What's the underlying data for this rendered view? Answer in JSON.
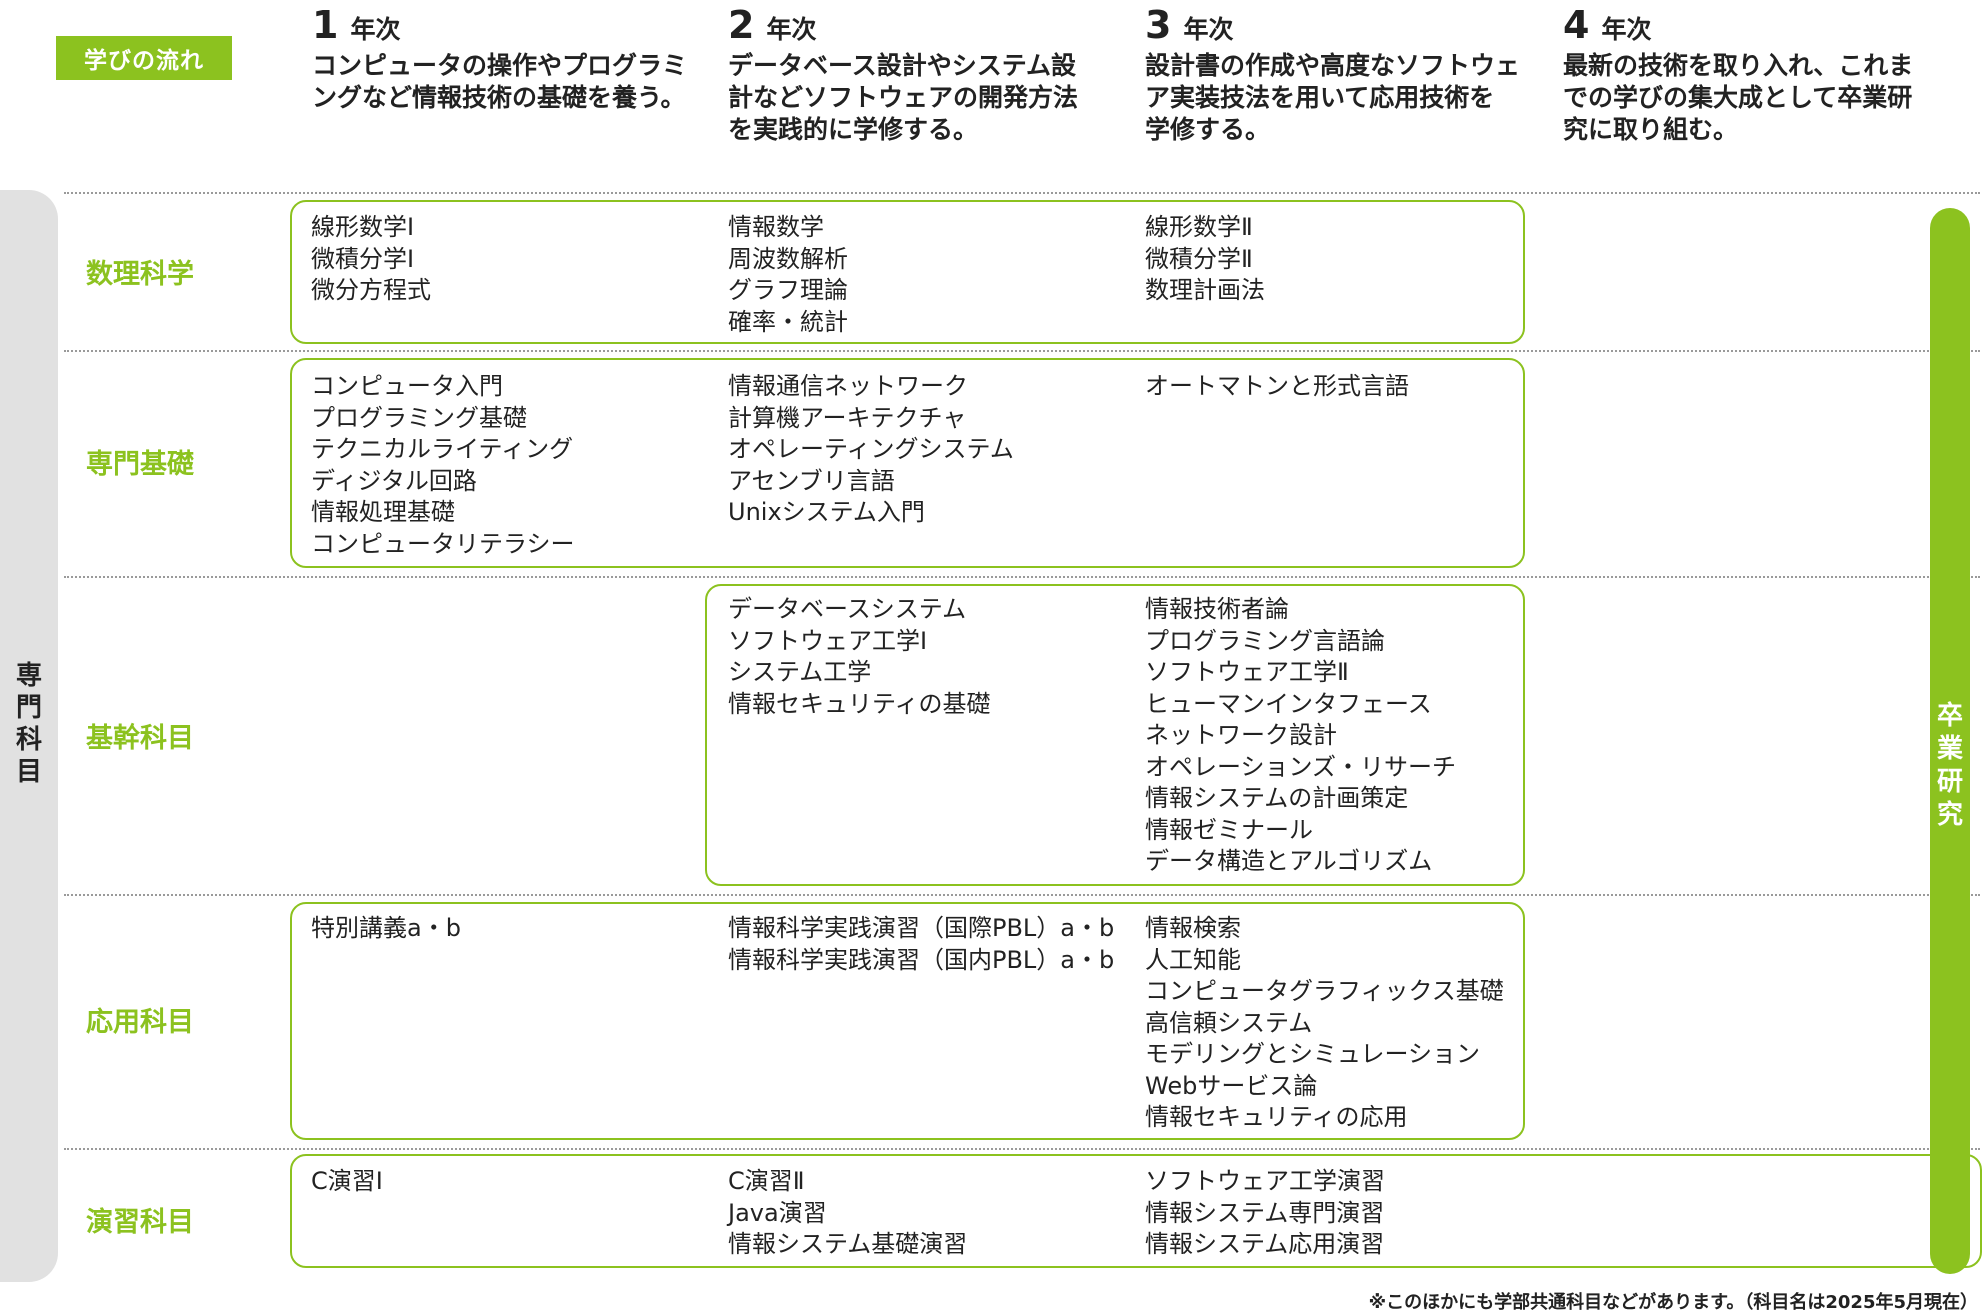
{
  "header": {
    "badge": "学びの流れ",
    "years": [
      {
        "num": "1",
        "suffix": "年次",
        "desc": "コンピュータの操作やプログラミ\nングなど情報技術の基礎を養う。"
      },
      {
        "num": "2",
        "suffix": "年次",
        "desc": "データベース設計やシステム設\n計などソフトウェアの開発方法\nを実践的に学修する。"
      },
      {
        "num": "3",
        "suffix": "年次",
        "desc": "設計書の作成や高度なソフトウェ\nア実装技法を用いて応用技術を\n学修する。"
      },
      {
        "num": "4",
        "suffix": "年次",
        "desc": "最新の技術を取り入れ、これま\nでの学びの集大成として卒業研\n究に取り組む。"
      }
    ]
  },
  "left_bar_label": "専\n門\n科\n目",
  "graduation_label": "卒\n業\n研\n究",
  "categories": [
    {
      "label": "数理科学",
      "col1": [
        "線形数学Ⅰ",
        "微積分学Ⅰ",
        "微分方程式"
      ],
      "col2": [
        "情報数学",
        "周波数解析",
        "グラフ理論",
        "確率・統計"
      ],
      "col3": [
        "線形数学Ⅱ",
        "微積分学Ⅱ",
        "数理計画法"
      ]
    },
    {
      "label": "専門基礎",
      "col1": [
        "コンピュータ入門",
        "プログラミング基礎",
        "テクニカルライティング",
        "ディジタル回路",
        "情報処理基礎",
        "コンピュータリテラシー"
      ],
      "col2": [
        "情報通信ネットワーク",
        "計算機アーキテクチャ",
        "オペレーティングシステム",
        "アセンブリ言語",
        "Unixシステム入門"
      ],
      "col3": [
        "オートマトンと形式言語"
      ]
    },
    {
      "label": "基幹科目",
      "col1": [],
      "col2": [
        "データベースシステム",
        "ソフトウェア工学Ⅰ",
        "システム工学",
        "情報セキュリティの基礎"
      ],
      "col3": [
        "情報技術者論",
        "プログラミング言語論",
        "ソフトウェア工学Ⅱ",
        "ヒューマンインタフェース",
        "ネットワーク設計",
        "オペレーションズ・リサーチ",
        "情報システムの計画策定",
        "情報ゼミナール",
        "データ構造とアルゴリズム"
      ]
    },
    {
      "label": "応用科目",
      "col1": [
        "特別講義a・b"
      ],
      "col2": [
        "情報科学実践演習（国際PBL）a・b",
        "情報科学実践演習（国内PBL）a・b"
      ],
      "col3": [
        "情報検索",
        "人工知能",
        "コンピュータグラフィックス基礎",
        "高信頼システム",
        "モデリングとシミュレーション",
        "Webサービス論",
        "情報セキュリティの応用"
      ]
    },
    {
      "label": "演習科目",
      "col1": [
        "C演習Ⅰ"
      ],
      "col2": [
        "C演習Ⅱ",
        "Java演習",
        "情報システム基礎演習"
      ],
      "col3": [
        "ソフトウェア工学演習",
        "情報システム専門演習",
        "情報システム応用演習"
      ]
    }
  ],
  "footnote": "※このほかにも学部共通科目などがあります。（科目名は2025年5月現在）",
  "colors": {
    "accent": "#8cc21f",
    "side_bar": "#e1e1e1",
    "divider": "#9a9a9a"
  }
}
